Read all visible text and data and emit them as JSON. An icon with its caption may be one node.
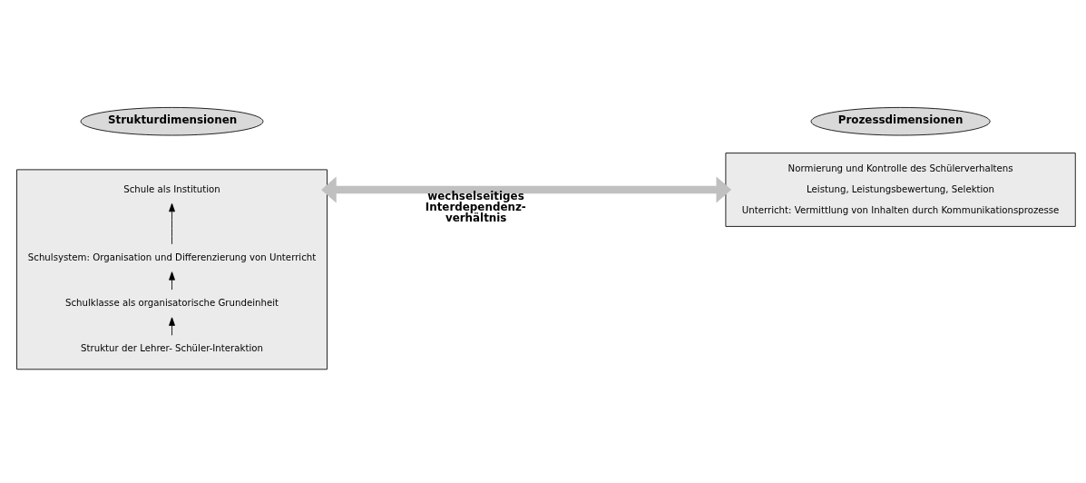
{
  "diagram": {
    "nodes": [
      {
        "text": [
          "Strukturdimensionen"
        ]
      },
      {
        "text": [],
        "shape": "box"
      },
      {
        "text": [
          "Schule als Institution"
        ],
        "in": 1
      },
      {
        "text": [
          "Schulsystem: Organisation und Differenzierung von Unterricht"
        ],
        "in": 1
      },
      {
        "text": [
          "Schulklasse als organisatorische Grundeinheit"
        ],
        "in": 1
      },
      {
        "text": [
          "Struktur der Lehrer- Schüler-Interaktion"
        ],
        "in": 1
      },
      {
        "text": [
          "Prozessdimensionen"
        ]
      },
      {
        "text": [
          "Normierung und Kontrolle des Schülerverhaltens",
          "Leistung, Leistungsbewertung, Selektion",
          "Unterricht: Vermittlung von Inhalten durch Kommunikationsprozesse"
        ]
      }
    ],
    "edges": [
      {
        "from": 5,
        "to": 4,
        "arrow": "to"
      },
      {
        "from": 4,
        "to": 3,
        "arrow": "to"
      },
      {
        "from": 3,
        "to": 2,
        "arrow": "to"
      },
      {
        "from": 1,
        "to": 7,
        "arrow": "both",
        "label": "wechselseitiges Interdependenz- verhältnis",
        "style": "thick",
        "color": "#c0c0c0"
      }
    ]
  }
}
